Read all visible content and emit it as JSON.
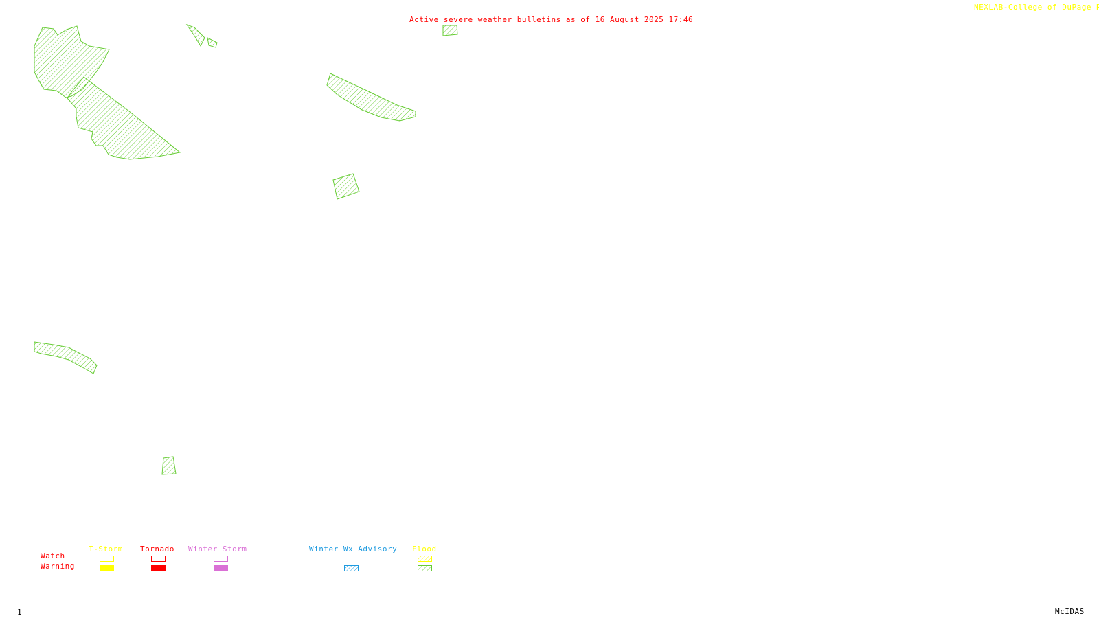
{
  "header": {
    "title": "Active severe weather bulletins as of 16 August 2025 17:46",
    "credit": "NEXLAB-College of DuPage R"
  },
  "legend": {
    "row_labels": {
      "watch": "Watch",
      "warning": "Warning"
    },
    "categories": [
      {
        "id": "tstorm",
        "label": "T-Storm",
        "color": "#ffff00",
        "watch": "outline",
        "warning": "solid"
      },
      {
        "id": "tornado",
        "label": "Tornado",
        "color": "#ff0000",
        "watch": "outline",
        "warning": "solid"
      },
      {
        "id": "winter-storm",
        "label": "Winter Storm",
        "color": "#da70d6",
        "watch": "outline",
        "warning": "solid"
      },
      {
        "id": "winter-wx-advisory",
        "label": "Winter Wx Advisory",
        "color": "#1e9be0",
        "watch": "none",
        "warning": "hatched"
      },
      {
        "id": "flood",
        "label": "Flood",
        "color": "#ffff00",
        "warning_color": "#66cc33",
        "watch": "hatched",
        "warning": "hatched"
      }
    ]
  },
  "footer": {
    "frame": "1",
    "software": "McIDAS"
  },
  "colors": {
    "flood": "#66cc33",
    "title": "#ff0000",
    "credit": "#ffff00"
  },
  "bulletin_areas": [
    {
      "type": "flood-warning",
      "region": "far northwest"
    },
    {
      "type": "flood-warning",
      "region": "northwest interior"
    },
    {
      "type": "flood-warning",
      "region": "northern border"
    },
    {
      "type": "flood-warning",
      "region": "northern border east"
    },
    {
      "type": "flood-warning",
      "region": "north-central"
    },
    {
      "type": "flood-warning",
      "region": "central"
    },
    {
      "type": "flood-warning",
      "region": "west coast"
    },
    {
      "type": "flood-warning",
      "region": "southwest"
    }
  ]
}
